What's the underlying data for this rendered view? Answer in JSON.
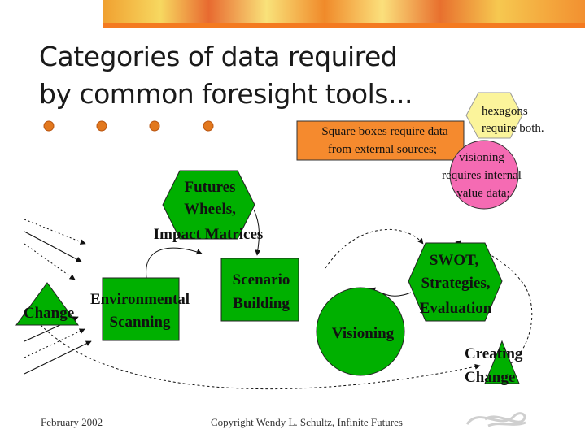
{
  "slide": {
    "title_line1": "Categories of data required",
    "title_line2": "by common foresight tools...",
    "footer_left": "February 2002",
    "footer_center": "Copyright Wendy L. Schultz, Infinite Futures"
  },
  "notes": {
    "square_line1": "Square boxes require data",
    "square_line2": "from external sources;",
    "hexagon_line1": "hexagons",
    "hexagon_line2": "require both.",
    "circle_line1": "visioning",
    "circle_line2": "requires internal",
    "circle_line3": "value data;"
  },
  "nodes": {
    "futures_line1": "Futures",
    "futures_line2": "Wheels,",
    "futures_line3": "Impact Matrices",
    "change": "Change",
    "env_line1": "Environmental",
    "env_line2": "Scanning",
    "scenario_line1": "Scenario",
    "scenario_line2": "Building",
    "visioning": "Visioning",
    "swot_line1": "SWOT,",
    "swot_line2": "Strategies,",
    "swot_line3": "Evaluation",
    "creating_line1": "Creating",
    "creating_line2": "Change"
  },
  "colors": {
    "accent_green": "#00b000",
    "note_orange": "#f58a2e",
    "note_yellow": "#fbf49b",
    "note_pink": "#f56bb3",
    "bullet_orange": "#e2781e",
    "banner_orange": "#f47a20"
  },
  "icons": {
    "bullets": "orange-dot-icon",
    "logo": "infinite-futures-logo"
  }
}
